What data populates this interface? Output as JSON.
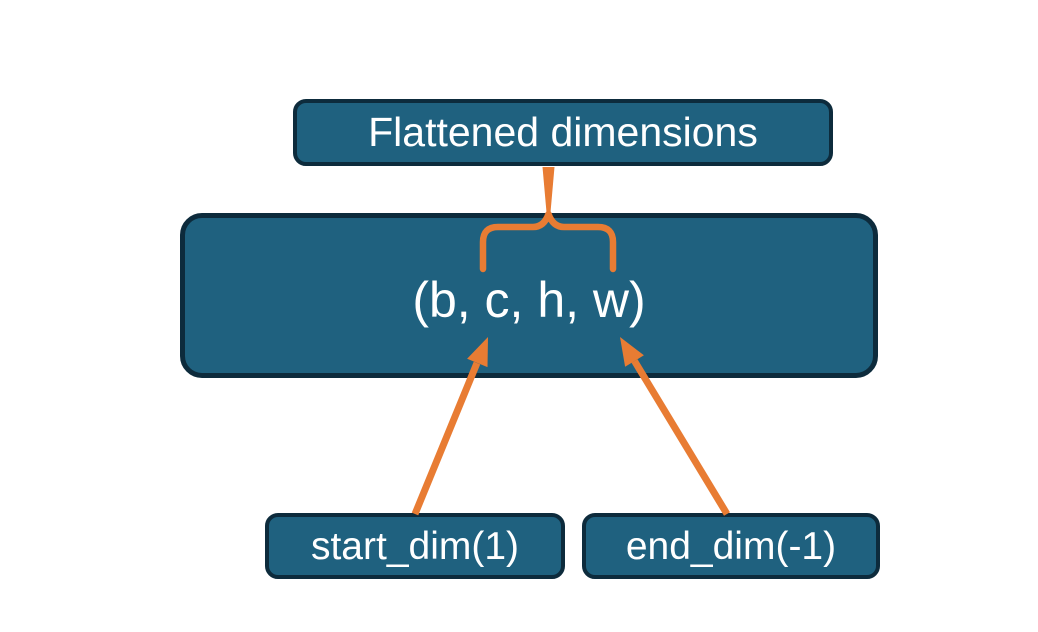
{
  "diagram": {
    "title_box": {
      "label": "Flattened dimensions"
    },
    "tensor_box": {
      "label": "(b, c, h, w)"
    },
    "start_dim_box": {
      "label": "start_dim(1)"
    },
    "end_dim_box": {
      "label": "end_dim(-1)"
    }
  },
  "colors": {
    "box_fill": "#1f617f",
    "box_border": "#0d2b3c",
    "text_color": "#ffffff",
    "connector_orange": "#e87c33",
    "background": "#ffffff"
  }
}
